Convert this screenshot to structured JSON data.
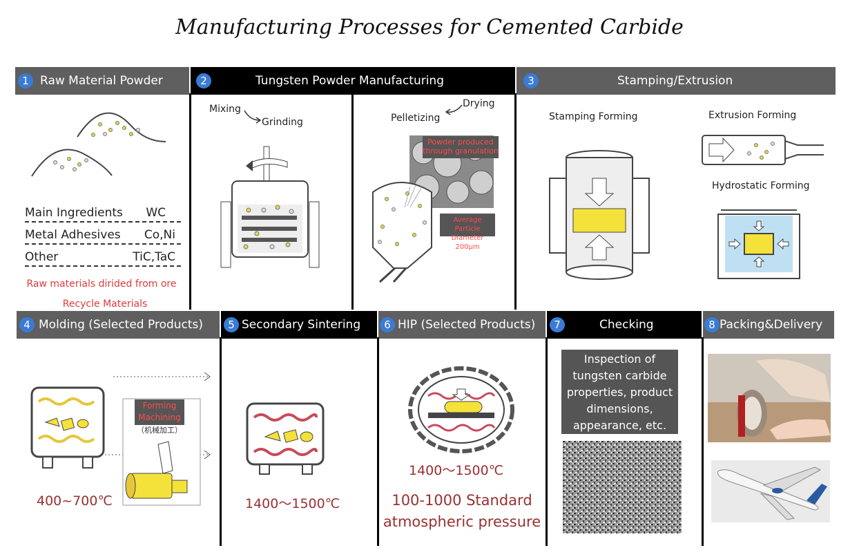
{
  "title": "Manufacturing Processes for Cemented Carbide",
  "colors": {
    "header_gray": "#5f5f5f",
    "header_black": "#000000",
    "number_blue": "#3a7bd5",
    "red_text": "#e03a3a",
    "temp_text": "#9a3030",
    "yellow": "#f4e23a"
  },
  "steps": [
    {
      "num": "1",
      "label": "Raw Material Powder"
    },
    {
      "num": "2",
      "label": "Tungsten Powder Manufacturing"
    },
    {
      "num": "3",
      "label": "Stamping/Extrusion"
    },
    {
      "num": "4",
      "label": "Molding (Selected Products)"
    },
    {
      "num": "5",
      "label": "Secondary Sintering"
    },
    {
      "num": "6",
      "label": "HIP (Selected Products)"
    },
    {
      "num": "7",
      "label": "Checking"
    },
    {
      "num": "8",
      "label": "Packing&Delivery"
    }
  ],
  "raw": {
    "ingredients": [
      {
        "name": "Main Ingredients",
        "value": "WC"
      },
      {
        "name": "Metal Adhesives",
        "value": "Co,Ni"
      },
      {
        "name": "Other",
        "value": "TiC,TaC"
      }
    ],
    "note1": "Raw materials dirided from ore",
    "note2": "Recycle Materials"
  },
  "powder": {
    "mixing": "Mixing",
    "grinding": "Grinding",
    "pelletizing": "Pelletizing",
    "drying": "Drying",
    "granulation_note": "Powder produced through granulation",
    "particle_note": "Average Particle Diameter 200μm"
  },
  "stamping": {
    "stamping_forming": "Stamping Forming",
    "extrusion_forming": "Extrusion Forming",
    "hydrostatic_forming": "Hydrostatic Forming"
  },
  "molding": {
    "forming_machining": "Forming Machining",
    "cn_label": "（机械加工）",
    "temp": "400~700℃"
  },
  "sintering": {
    "temp": "1400～1500℃"
  },
  "hip": {
    "temp": "1400～1500℃",
    "pressure": "100-1000 Standard atmospheric pressure"
  },
  "checking": {
    "text": "Inspection of tungsten carbide properties, product dimensions, appearance, etc."
  }
}
